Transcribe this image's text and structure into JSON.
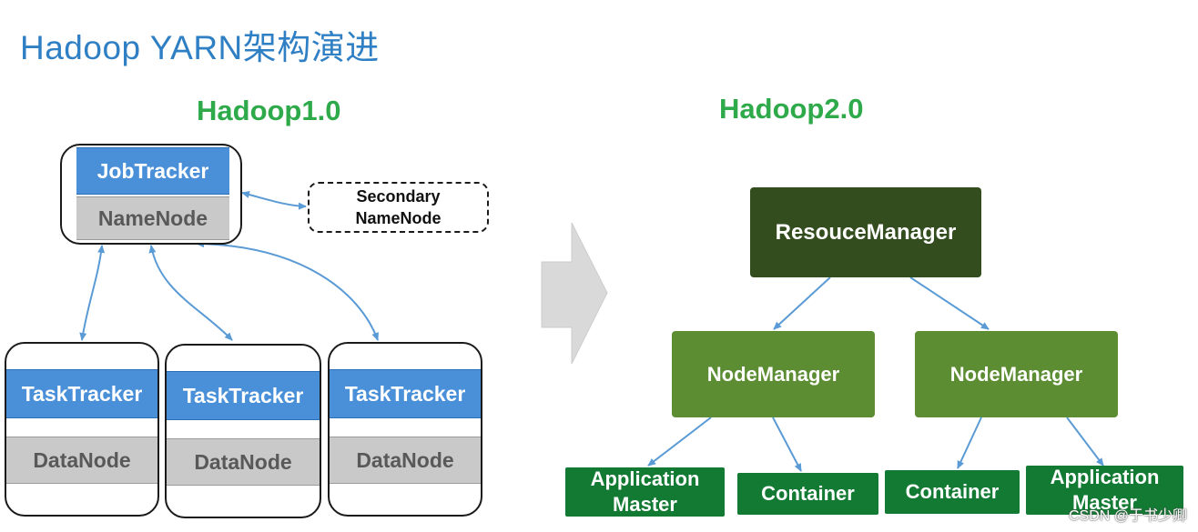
{
  "title": "Hadoop YARN架构演进",
  "left": {
    "heading": "Hadoop1.0",
    "master": {
      "top_label": "JobTracker",
      "bottom_label": "NameNode"
    },
    "secondary": "Secondary\nNameNode",
    "workers": [
      {
        "top_label": "TaskTracker",
        "bottom_label": "DataNode"
      },
      {
        "top_label": "TaskTracker",
        "bottom_label": "DataNode"
      },
      {
        "top_label": "TaskTracker",
        "bottom_label": "DataNode"
      }
    ]
  },
  "right": {
    "heading": "Hadoop2.0",
    "resource_manager": "ResouceManager",
    "node_managers": [
      "NodeManager",
      "NodeManager"
    ],
    "leaves": [
      "Application\nMaster",
      "Container",
      "Container",
      "Application\nMaster"
    ]
  },
  "watermark": "CSDN @于书少卿",
  "colors": {
    "title": "#2f7fc4",
    "heading": "#2eaa4a",
    "blue_band": "#4a90d9",
    "gray_band": "#c9c9c9",
    "resource_manager": "#344d1f",
    "node_manager": "#5c8d33",
    "leaf": "#137a33",
    "connector": "#5b9bd5",
    "transition_arrow": "#d9d9d9"
  },
  "icons": [
    "double-headed-arrow",
    "tree-connector-arrow",
    "transition-chevron-arrow"
  ]
}
